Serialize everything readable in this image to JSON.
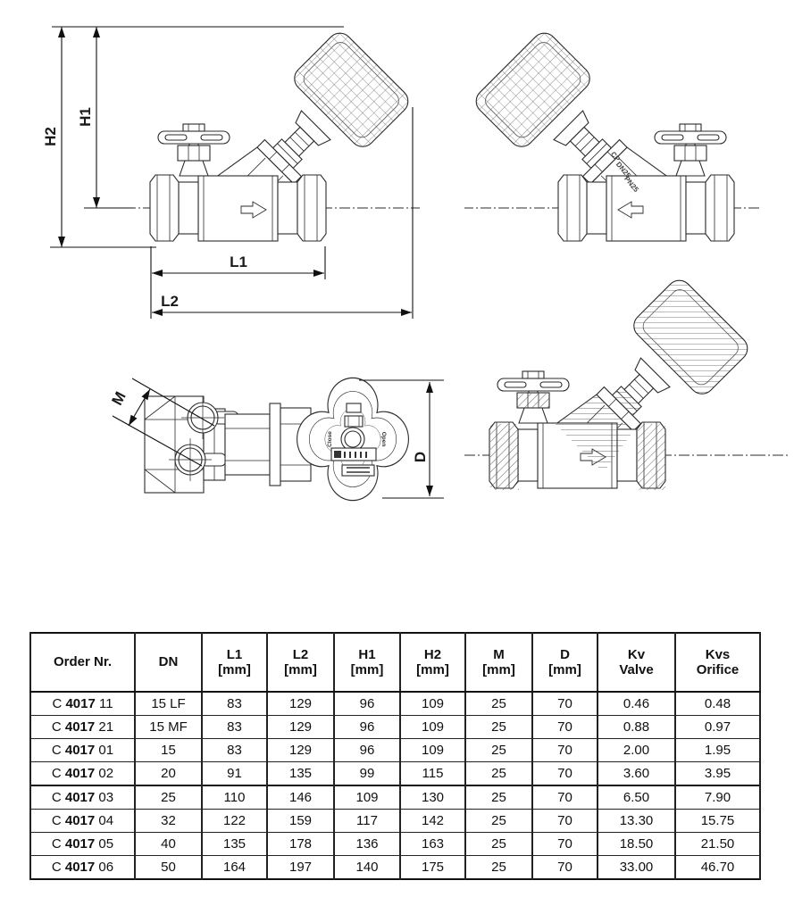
{
  "drawings": {
    "labels": {
      "h2": "H2",
      "h1": "H1",
      "l1": "L1",
      "l2": "L2",
      "m": "M",
      "d": "D"
    },
    "top_view": {
      "close": "Close",
      "open": "Open"
    },
    "markings": {
      "line1": "CP",
      "line2": "DN25",
      "line3": "PN25"
    },
    "line_color": "#2b2b2b"
  },
  "table": {
    "headers": [
      {
        "label": "Order Nr.",
        "sub": ""
      },
      {
        "label": "DN",
        "sub": ""
      },
      {
        "label": "L1",
        "sub": "[mm]"
      },
      {
        "label": "L2",
        "sub": "[mm]"
      },
      {
        "label": "H1",
        "sub": "[mm]"
      },
      {
        "label": "H2",
        "sub": "[mm]"
      },
      {
        "label": "M",
        "sub": "[mm]"
      },
      {
        "label": "D",
        "sub": "[mm]"
      },
      {
        "label": "Kv",
        "sub": "Valve"
      },
      {
        "label": "Kvs",
        "sub": "Orifice"
      }
    ],
    "rows": [
      {
        "order_prefix": "C",
        "order_code": "4017",
        "order_suffix": "11",
        "dn": "15 LF",
        "l1": "83",
        "l2": "129",
        "h1": "96",
        "h2": "109",
        "m": "25",
        "d": "70",
        "kv": "0.46",
        "kvs": "0.48"
      },
      {
        "order_prefix": "C",
        "order_code": "4017",
        "order_suffix": "21",
        "dn": "15 MF",
        "l1": "83",
        "l2": "129",
        "h1": "96",
        "h2": "109",
        "m": "25",
        "d": "70",
        "kv": "0.88",
        "kvs": "0.97"
      },
      {
        "order_prefix": "C",
        "order_code": "4017",
        "order_suffix": "01",
        "dn": "15",
        "l1": "83",
        "l2": "129",
        "h1": "96",
        "h2": "109",
        "m": "25",
        "d": "70",
        "kv": "2.00",
        "kvs": "1.95"
      },
      {
        "order_prefix": "C",
        "order_code": "4017",
        "order_suffix": "02",
        "dn": "20",
        "l1": "91",
        "l2": "135",
        "h1": "99",
        "h2": "115",
        "m": "25",
        "d": "70",
        "kv": "3.60",
        "kvs": "3.95"
      },
      {
        "order_prefix": "C",
        "order_code": "4017",
        "order_suffix": "03",
        "dn": "25",
        "l1": "110",
        "l2": "146",
        "h1": "109",
        "h2": "130",
        "m": "25",
        "d": "70",
        "kv": "6.50",
        "kvs": "7.90"
      },
      {
        "order_prefix": "C",
        "order_code": "4017",
        "order_suffix": "04",
        "dn": "32",
        "l1": "122",
        "l2": "159",
        "h1": "117",
        "h2": "142",
        "m": "25",
        "d": "70",
        "kv": "13.30",
        "kvs": "15.75"
      },
      {
        "order_prefix": "C",
        "order_code": "4017",
        "order_suffix": "05",
        "dn": "40",
        "l1": "135",
        "l2": "178",
        "h1": "136",
        "h2": "163",
        "m": "25",
        "d": "70",
        "kv": "18.50",
        "kvs": "21.50"
      },
      {
        "order_prefix": "C",
        "order_code": "4017",
        "order_suffix": "06",
        "dn": "50",
        "l1": "164",
        "l2": "197",
        "h1": "140",
        "h2": "175",
        "m": "25",
        "d": "70",
        "kv": "33.00",
        "kvs": "46.70"
      }
    ]
  }
}
